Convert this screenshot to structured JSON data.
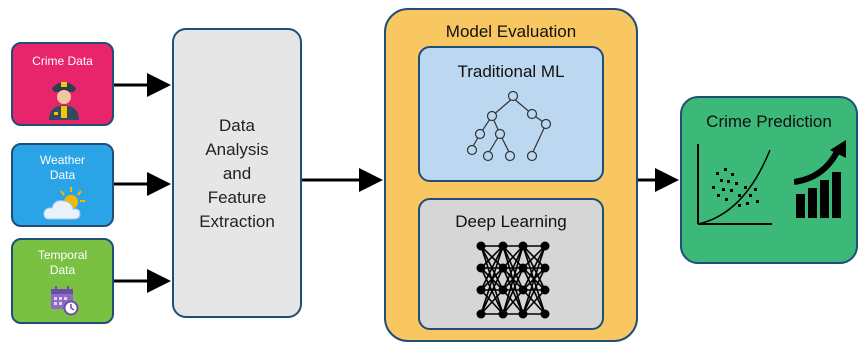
{
  "inputs": {
    "crime": {
      "label": "Crime Data",
      "color": "#e8246b",
      "icon": "police-officer-icon"
    },
    "weather": {
      "label_line1": "Weather",
      "label_line2": "Data",
      "color": "#2aa4e6",
      "icon": "sun-cloud-icon"
    },
    "temporal": {
      "label_line1": "Temporal",
      "label_line2": "Data",
      "color": "#7ac043",
      "icon": "calendar-clock-icon"
    }
  },
  "analysis": {
    "lines": [
      "Data",
      "Analysis",
      "and",
      "Feature",
      "Extraction"
    ],
    "color": "#e6e6e6"
  },
  "evaluation": {
    "title": "Model Evaluation",
    "color": "#f9c762",
    "traditional": {
      "label": "Traditional ML",
      "color": "#bcd8f1",
      "icon": "decision-tree-icon"
    },
    "deep": {
      "label": "Deep Learning",
      "color": "#d6d6d6",
      "icon": "neural-network-icon"
    }
  },
  "prediction": {
    "title": "Crime Prediction",
    "color": "#3cb878",
    "icons": [
      "scatter-plot-icon",
      "growth-bar-chart-icon"
    ]
  },
  "colors": {
    "border": "#1f4e79",
    "arrow": "#000000"
  }
}
